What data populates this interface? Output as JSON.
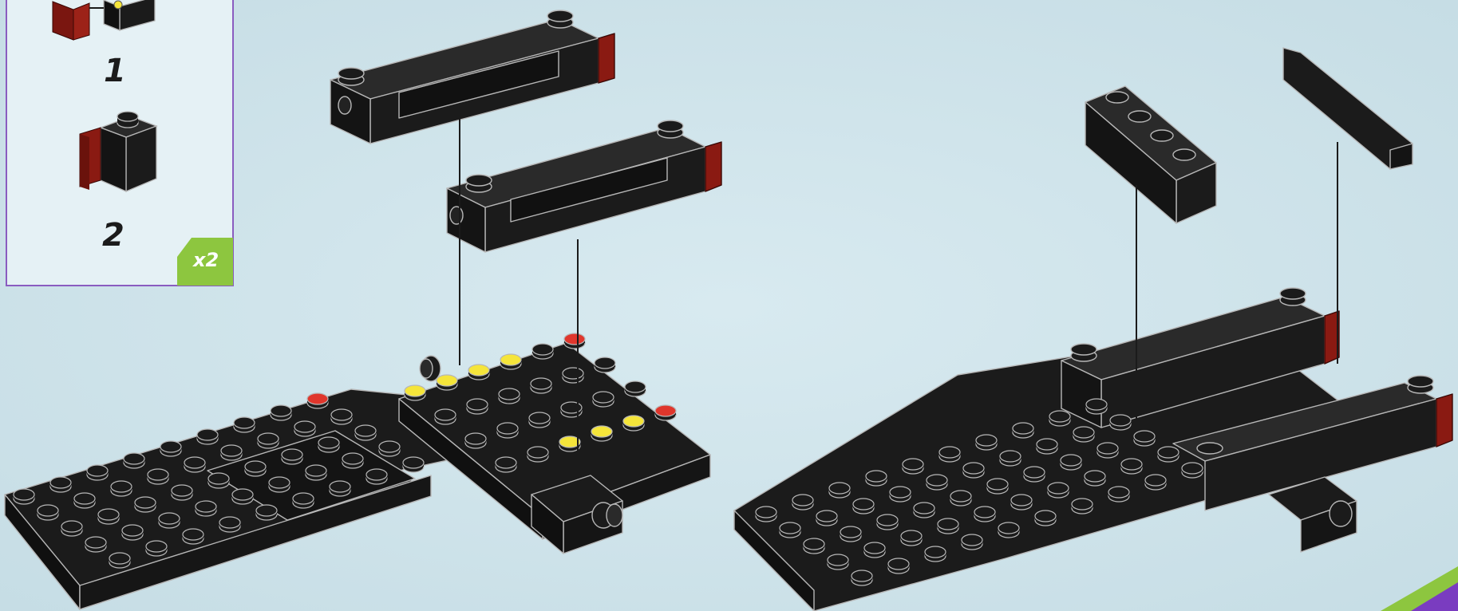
{
  "colors": {
    "background": "#cfe3ea",
    "brick": "#1b1b1b",
    "brick_outline": "#b7b7b7",
    "callout_border": "#8a5cc0",
    "callout_bg": "#e5f1f5",
    "quantity_badge": "#8dc63f",
    "new_stud_yellow": "#f5e53a",
    "new_stud_red": "#e0362c",
    "transparent_red": "#8a1a12"
  },
  "callout": {
    "steps": [
      {
        "number": "1"
      },
      {
        "number": "2"
      }
    ],
    "quantity": "x2"
  },
  "icons": [
    "black-1x1-brick-icon",
    "trans-red-1x1-plate-icon",
    "pin-icon",
    "plate-icon",
    "bracket-icon"
  ]
}
